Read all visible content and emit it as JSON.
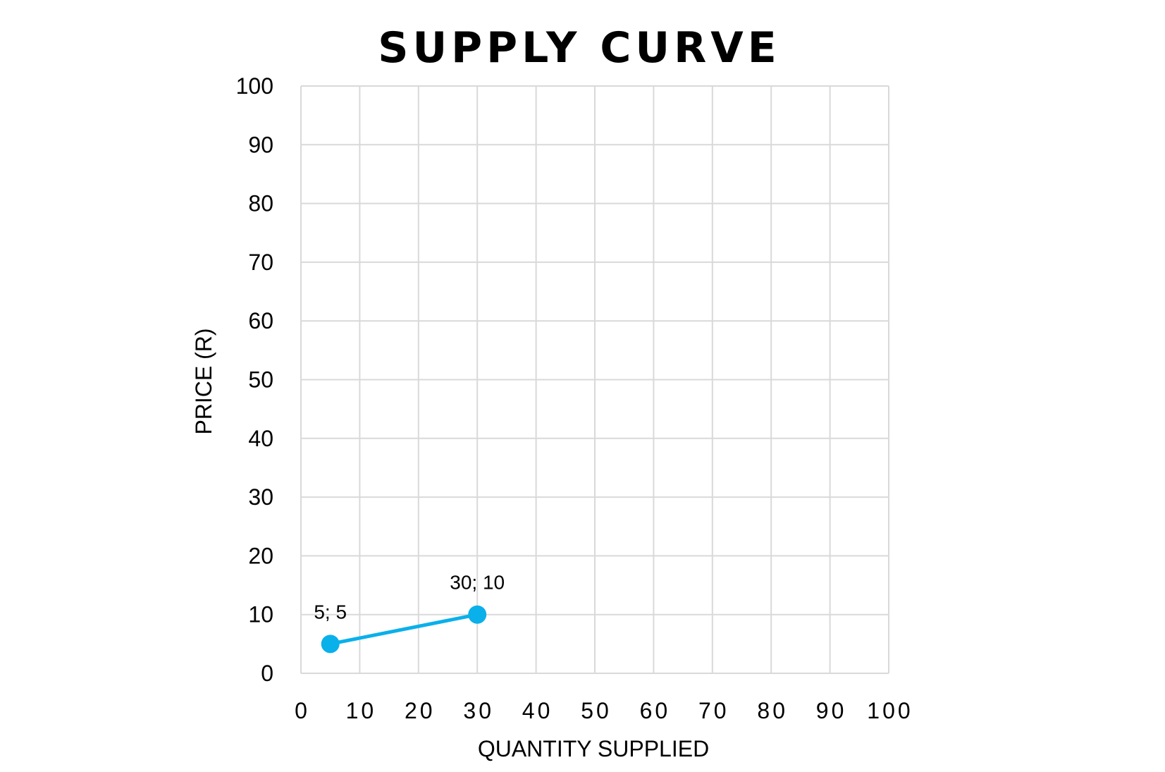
{
  "chart_data": {
    "type": "line",
    "title": "SUPPLY CURVE",
    "xlabel": "QUANTITY SUPPLIED",
    "ylabel": "PRICE (R)",
    "xlim": [
      0,
      100
    ],
    "ylim": [
      0,
      100
    ],
    "x_ticks": [
      "0",
      "10",
      "20",
      "30",
      "40",
      "50",
      "60",
      "70",
      "80",
      "90",
      "100"
    ],
    "y_ticks": [
      "0",
      "10",
      "20",
      "30",
      "40",
      "50",
      "60",
      "70",
      "80",
      "90",
      "100"
    ],
    "grid": true,
    "legend": "none",
    "series": [
      {
        "color": "#0ab0ea",
        "points": [
          {
            "x": 5,
            "y": 5,
            "label": "5; 5"
          },
          {
            "x": 30,
            "y": 10,
            "label": "30; 10"
          }
        ]
      }
    ]
  }
}
